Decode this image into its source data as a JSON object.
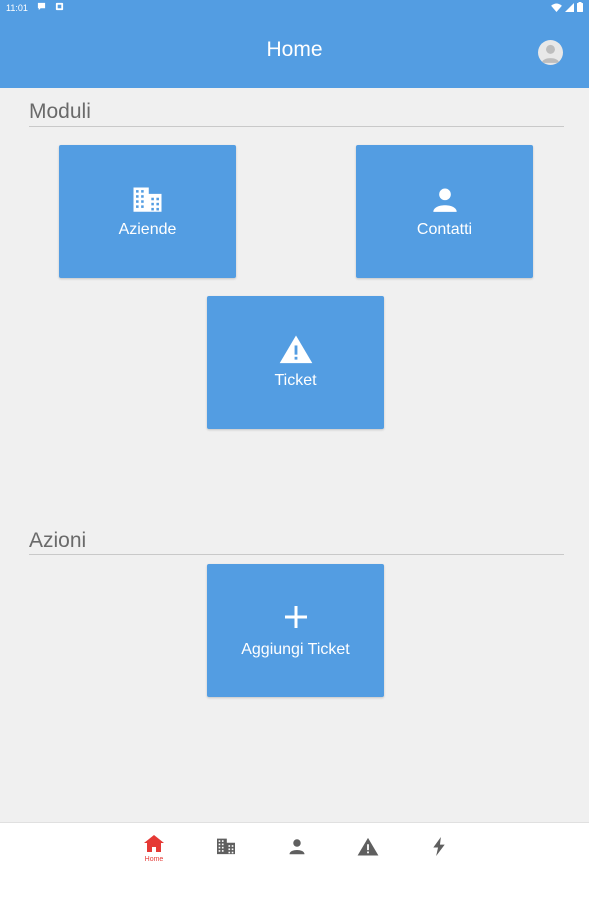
{
  "status_bar": {
    "time": "11:01"
  },
  "header": {
    "title": "Home",
    "avatar_icon": "account-circle-icon"
  },
  "sections": {
    "moduli": {
      "title": "Moduli",
      "tiles": [
        {
          "label": "Aziende",
          "icon": "building-icon"
        },
        {
          "label": "Contatti",
          "icon": "person-icon"
        },
        {
          "label": "Ticket",
          "icon": "warning-icon"
        }
      ]
    },
    "azioni": {
      "title": "Azioni",
      "tiles": [
        {
          "label": "Aggiungi Ticket",
          "icon": "plus-icon"
        }
      ]
    }
  },
  "bottom_nav": {
    "items": [
      {
        "label": "Home",
        "icon": "home-icon",
        "active": true
      },
      {
        "label": "",
        "icon": "building-icon",
        "active": false
      },
      {
        "label": "",
        "icon": "person-icon",
        "active": false
      },
      {
        "label": "",
        "icon": "warning-icon",
        "active": false
      },
      {
        "label": "",
        "icon": "lightning-icon",
        "active": false
      }
    ]
  },
  "colors": {
    "primary": "#539de2",
    "background": "#f0f0f0",
    "active_nav": "#e53935",
    "inactive_nav": "#5f5f5f"
  }
}
